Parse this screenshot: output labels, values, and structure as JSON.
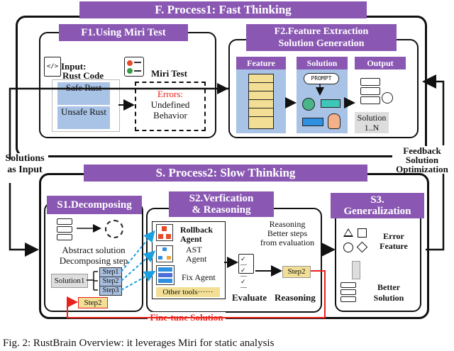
{
  "process1": {
    "title": "F. Process1: Fast Thinking",
    "f1": {
      "title": "F1.Using Miri  Test",
      "input_label": "Input:",
      "input_sub": "Rust Code",
      "safe": "Safe Rust",
      "unsafe": "Unsafe Rust",
      "miri_label": "Miri Test",
      "errors_label": "Errors:",
      "errors_value": "Undefined Behavior"
    },
    "f2": {
      "title_line1": "F2.Feature Extraction",
      "title_line2": "Solution Generation",
      "feature": "Feature",
      "solution": "Solution",
      "output": "Output",
      "prompt": "PROMPT",
      "solution_range": "Solution 1..N"
    }
  },
  "side": {
    "left_line1": "Solutions",
    "left_line2": "as Input",
    "right_line1": "Feedback",
    "right_line2": "Solution",
    "right_line3": "Optimization"
  },
  "process2": {
    "title": "S. Process2: Slow Thinking",
    "s1": {
      "title": "S1.Decomposing",
      "abstract": "Abstract solution",
      "decomposing": "Decomposing step",
      "solution1": "Solution1",
      "step1": "Step1",
      "step2": "Step2",
      "step3": "Step3",
      "step2_red": "Step2"
    },
    "s2": {
      "title_line1": "S2.Verfication",
      "title_line2": "& Reasoning",
      "rollback": "Rollback Agent",
      "ast": "AST Agent",
      "fix": "Fix Agent",
      "other": "Other tools······",
      "reasoning_note": "Reasoning Better steps from evaluation",
      "evaluate": "Evaluate",
      "reasoning": "Reasoning",
      "step2": "Step2"
    },
    "s3": {
      "title_line1": "S3.",
      "title_line2": "Generalization",
      "error": "Error",
      "feature": "Feature",
      "better": "Better",
      "solution": "Solution"
    }
  },
  "finetune": "Fine-tune Solution",
  "caption": "Fig. 2: RustBrain Overview: it leverages Miri for static analysis",
  "colors": {
    "purple": "#8a58b3",
    "blue": "#a9c3e6",
    "red": "#e8211b",
    "dashed_blue": "#1a9fe0",
    "yellow": "#f2df95"
  }
}
